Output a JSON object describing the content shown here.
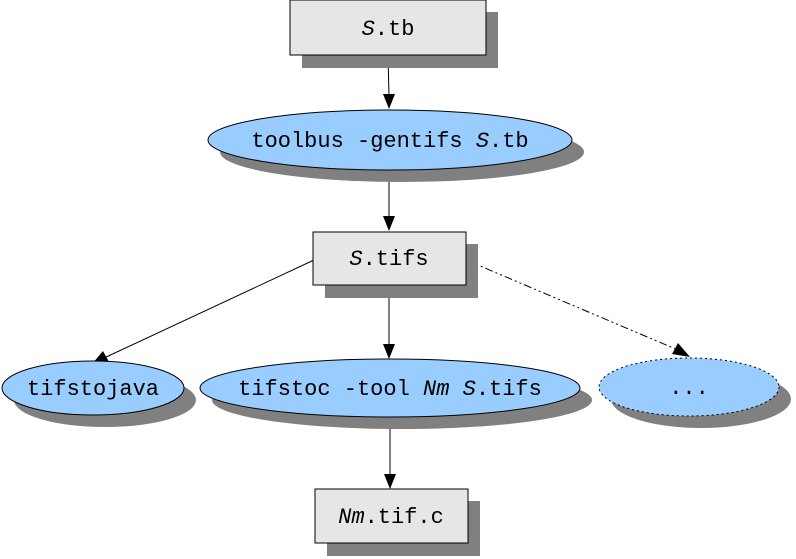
{
  "nodes": {
    "stb": {
      "italic": "S",
      "rest": ".tb"
    },
    "gentifs": {
      "pre": "toolbus -gentifs ",
      "italic": "S",
      "rest": ".tb"
    },
    "stifs": {
      "italic": "S",
      "rest": ".tifs"
    },
    "tifstojava": {
      "text": "tifstojava"
    },
    "tifstoc": {
      "pre": "tifstoc -tool ",
      "italic1": "Nm",
      "mid": " ",
      "italic2": "S",
      "rest": ".tifs"
    },
    "ellipsis": {
      "text": "..."
    },
    "nmtifc": {
      "italic": "Nm",
      "rest": ".tif.c"
    }
  },
  "colors": {
    "box_fill": "#e6e6e6",
    "ellipse_fill": "#99ccff",
    "shadow": "#808080"
  }
}
